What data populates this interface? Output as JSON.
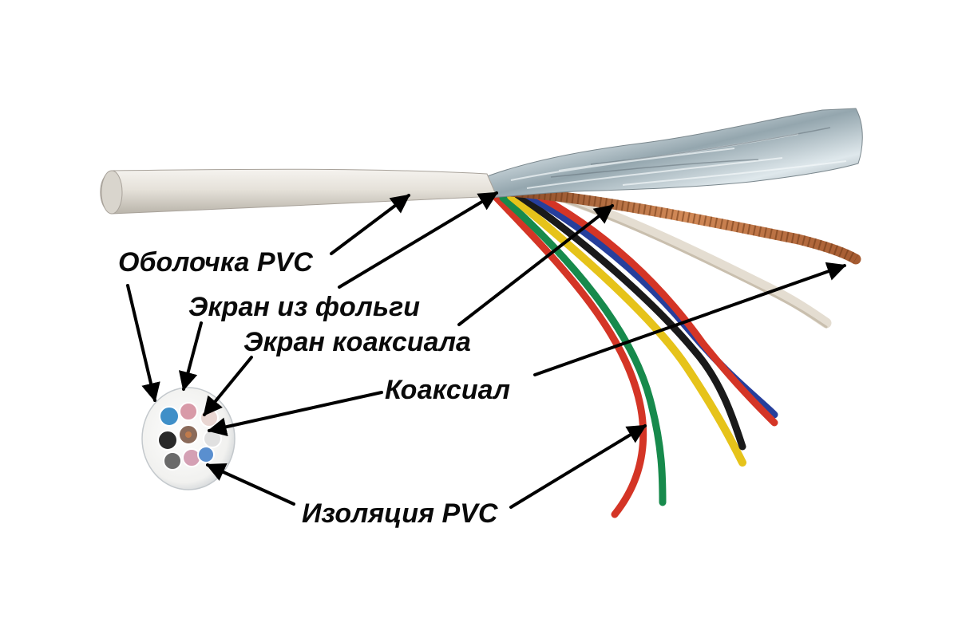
{
  "labels": {
    "sheath": "Оболочка PVC",
    "foil": "Экран из фольги",
    "coax_shield": "Экран коаксиала",
    "coax": "Коаксиал",
    "insulation": "Изоляция PVC"
  },
  "colors": {
    "sheath": "#e8e4dc",
    "foil": "#b9c6cc",
    "copper": "#b86a3c",
    "wire_red": "#d43526",
    "wire_green": "#178a4c",
    "wire_yellow": "#e6c31a",
    "wire_black": "#1a1a1a",
    "wire_blue": "#263f9c",
    "wire_white": "#e4ddd1",
    "arrow": "#000000"
  }
}
